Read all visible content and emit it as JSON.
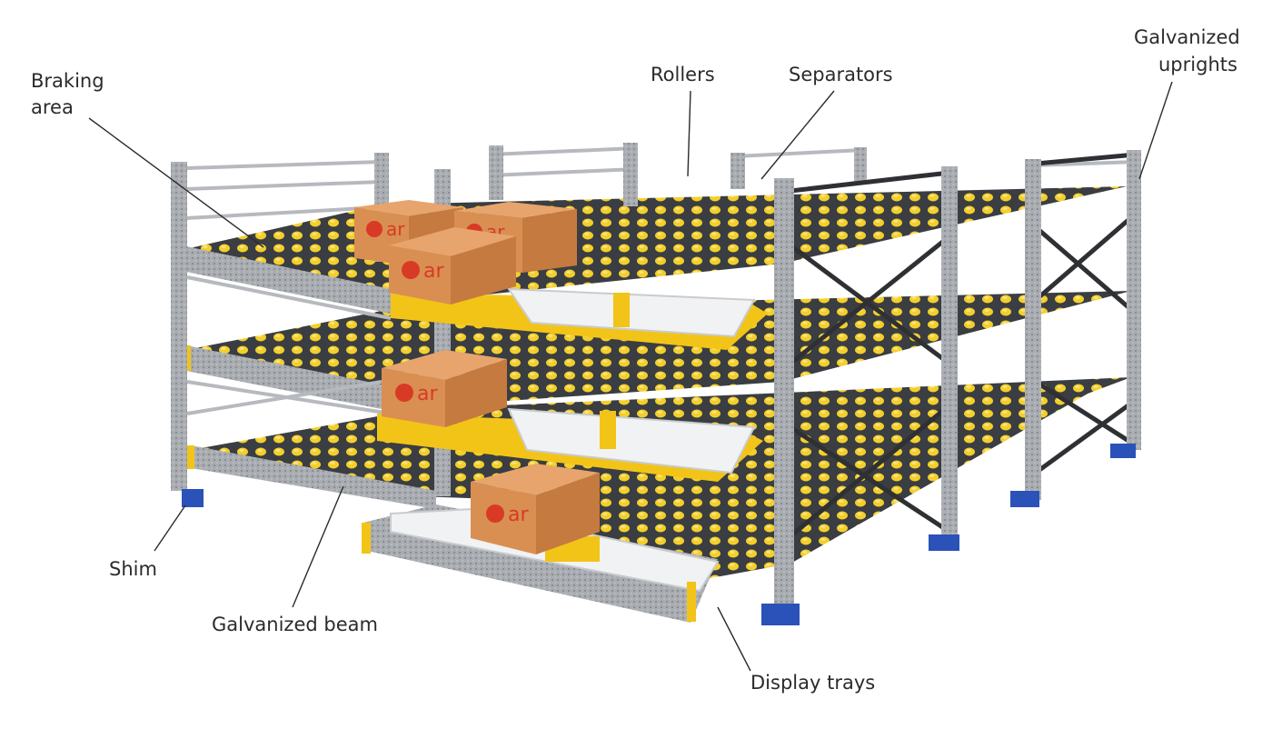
{
  "labels": {
    "braking_area_line1": "Braking",
    "braking_area_line2": "area",
    "rollers": "Rollers",
    "separators": "Separators",
    "galvanized_uprights_line1": "Galvanized",
    "galvanized_uprights_line2": "uprights",
    "shim": "Shim",
    "galvanized_beam": "Galvanized beam",
    "display_trays": "Display trays"
  },
  "box_logo_text": "ar",
  "colors": {
    "roller_yellow": "#f3cf2a",
    "beam_yellow": "#f2c418",
    "galvanized_steel": "#a9adb1",
    "dark_frame": "#3a3d42",
    "foot_blue": "#2a52b8",
    "box_cardboard": "#d98f52",
    "logo_red": "#d83a25",
    "tray_white": "#f1f2f3",
    "text": "#2b2b2b",
    "background": "#ffffff"
  }
}
